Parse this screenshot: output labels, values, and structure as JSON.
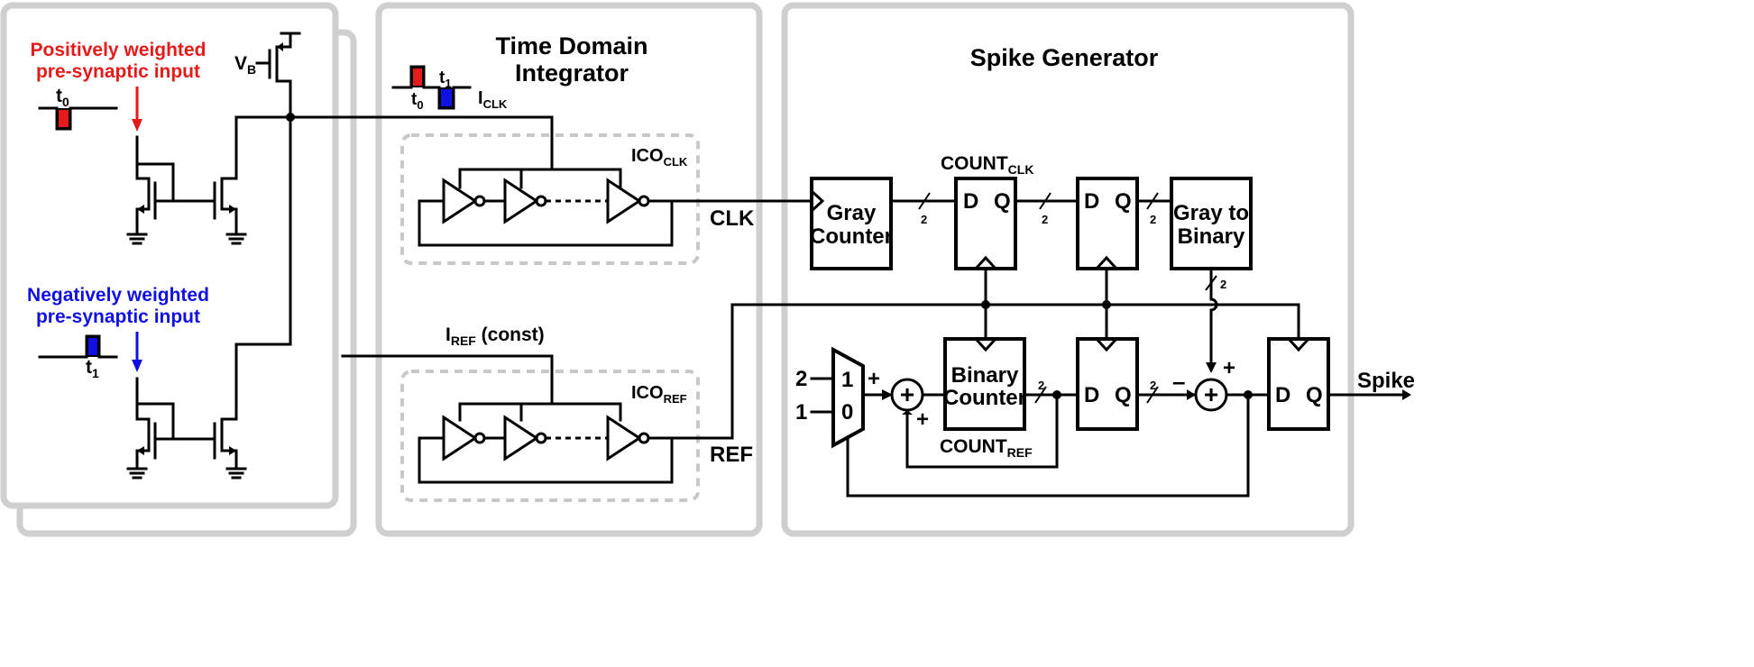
{
  "colors": {
    "positive": "#e51b1b",
    "negative": "#1010e0",
    "panel_border": "#cfcfcf",
    "ico_border": "#c8c8c8"
  },
  "input_panel": {
    "positive_label_line1": "Positively weighted",
    "positive_label_line2": "pre-synaptic input",
    "negative_label_line1": "Negatively weighted",
    "negative_label_line2": "pre-synaptic input",
    "t0_main": "t",
    "t0_sub": "0",
    "t1_main": "t",
    "t1_sub": "1",
    "vb_main": "V",
    "vb_sub": "B"
  },
  "integrator": {
    "title_line1": "Time Domain",
    "title_line2": "Integrator",
    "iclk_main": "I",
    "iclk_sub": "CLK",
    "t0_main": "t",
    "t0_sub": "0",
    "t1_main": "t",
    "t1_sub": "1",
    "ico_clk_main": "ICO",
    "ico_clk_sub": "CLK",
    "ico_ref_main": "ICO",
    "ico_ref_sub": "REF",
    "iref_main": "I",
    "iref_sub": "REF",
    "iref_suffix": " (const)",
    "clk_label": "CLK",
    "ref_label": "REF"
  },
  "spike_generator": {
    "title": "Spike Generator",
    "gray_counter_line1": "Gray",
    "gray_counter_line2": "Counter",
    "count_clk_main": "COUNT",
    "count_clk_sub": "CLK",
    "count_ref_main": "COUNT",
    "count_ref_sub": "REF",
    "dff_d": "D",
    "dff_q": "Q",
    "g2b_line1": "Gray to",
    "g2b_line2": "Binary",
    "bin_counter_line1": "Binary",
    "bin_counter_line2": "Counter",
    "bus_width": "2",
    "mux_in_top": "1",
    "mux_in_bottom": "0",
    "mux_src_top": "2",
    "mux_src_bottom": "1",
    "plus": "+",
    "minus": "–",
    "output_label": "Spike"
  }
}
